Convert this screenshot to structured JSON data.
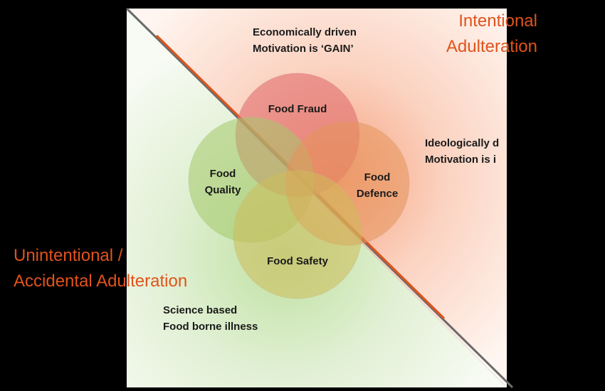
{
  "circles": {
    "fraud": {
      "label": "Food Fraud",
      "color": "#e07070"
    },
    "quality": {
      "lines": [
        "Food",
        "Quality"
      ],
      "color": "#a4c96a"
    },
    "defence": {
      "lines": [
        "Food",
        "Defence"
      ],
      "color": "#e5945a"
    },
    "safety": {
      "label": "Food Safety",
      "color": "#cdbb5a"
    }
  },
  "intentional": {
    "lines": [
      "Intentional",
      "Adulteration"
    ]
  },
  "unintentional": {
    "lines": [
      "Unintentional /",
      "Accidental Adulteration"
    ]
  },
  "economic": {
    "lines": [
      "Economically driven",
      "Motivation is ‘GAIN’"
    ]
  },
  "ideological": {
    "lines": [
      "Ideologically d",
      "Motivation is i"
    ]
  },
  "science": {
    "lines": [
      "Science based",
      "Food borne illness"
    ]
  },
  "colors": {
    "accent": "#e0531c",
    "upper_tint": "#fbd2c0",
    "lower_tint": "#d7ecc4",
    "background": "#000000"
  }
}
